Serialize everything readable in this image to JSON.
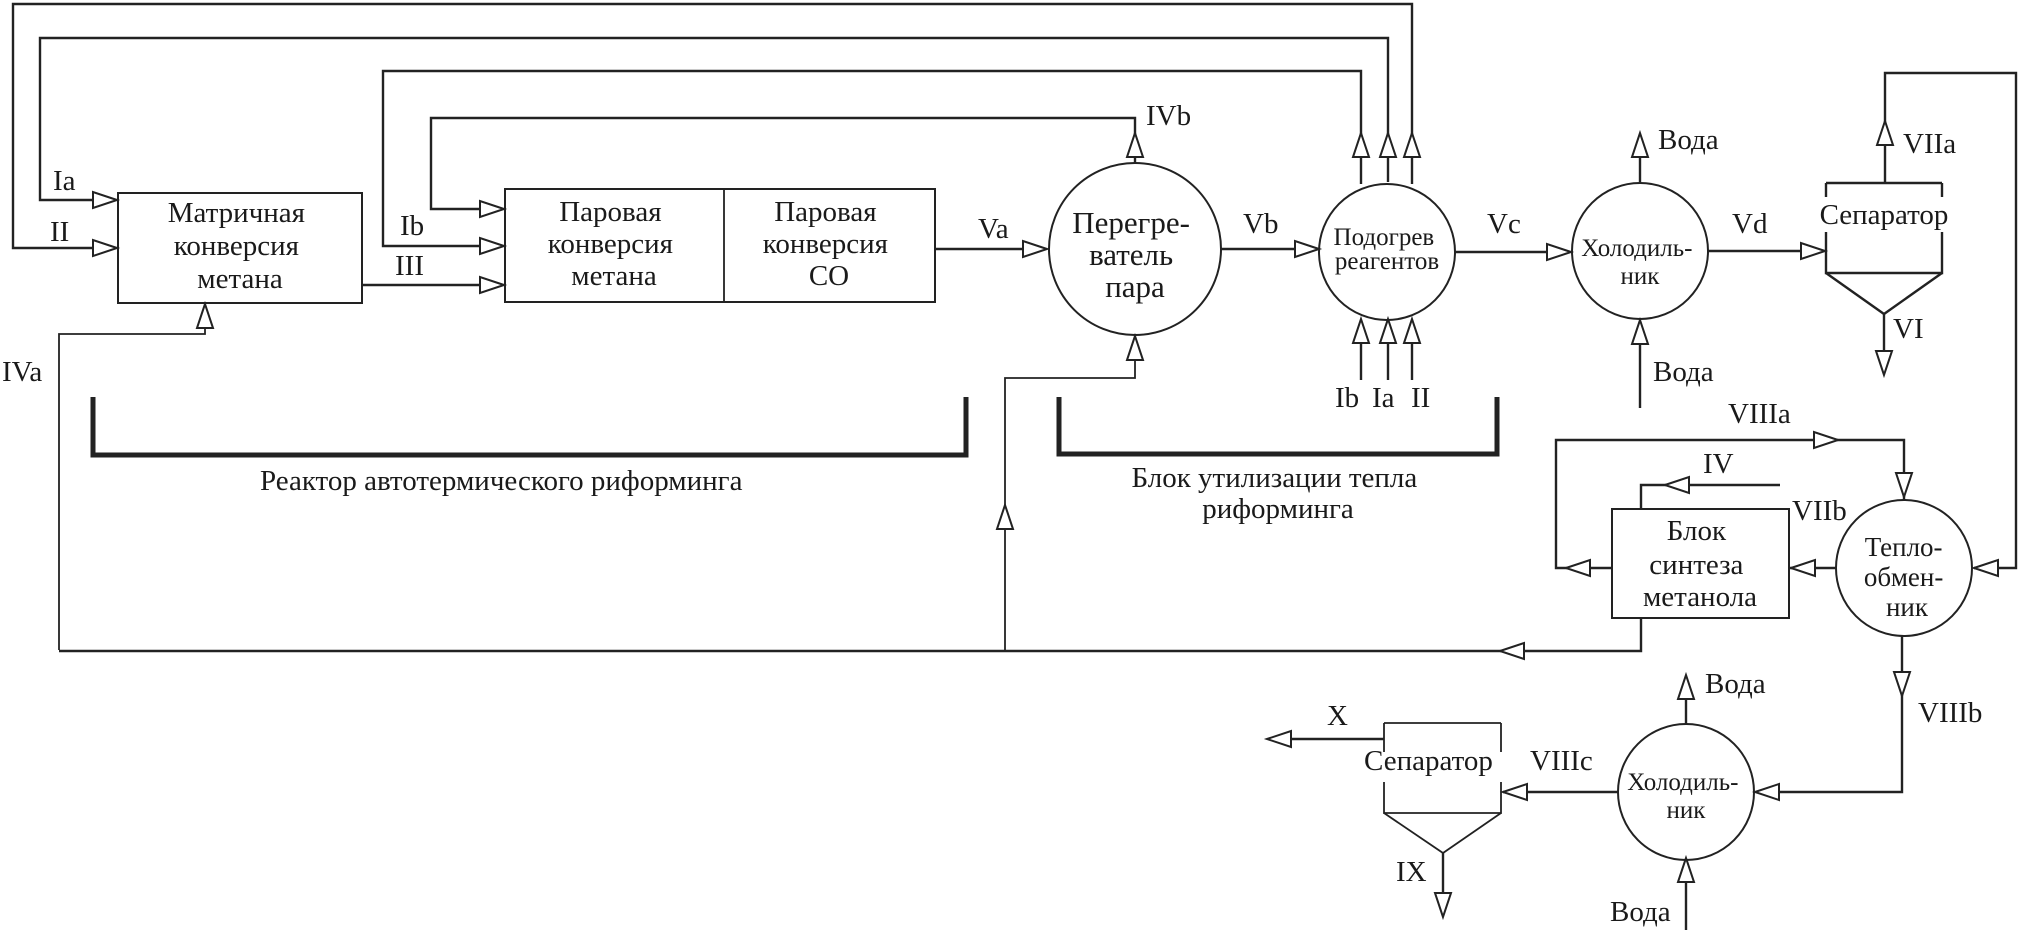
{
  "diagram": {
    "blocks": {
      "matrix_conversion": [
        "Матричная",
        "конверсия",
        "метана"
      ],
      "steam_conversion_methane": [
        "Паровая",
        "конверсия",
        "метана"
      ],
      "steam_conversion_co": [
        "Паровая",
        "конверсия",
        "CO"
      ],
      "steam_superheater": [
        "Перегре-",
        "ватель",
        "пара"
      ],
      "reagent_preheat": [
        "Подогрев",
        "реагентов"
      ],
      "cooler_1": [
        "Холодиль-",
        "ник"
      ],
      "separator_1": "Сепаратор",
      "methanol_synthesis": [
        "Блок",
        "синтеза",
        "метанола"
      ],
      "heat_exchanger": [
        "Тепло-",
        "обмен-",
        "ник"
      ],
      "cooler_2": [
        "Холодиль-",
        "ник"
      ],
      "separator_2": "Сепаратор"
    },
    "groups": {
      "reactor": "Реактор автотермического риформинга",
      "heat_recovery": [
        "Блок утилизации тепла",
        "риформинга"
      ]
    },
    "streams": {
      "Ia": "Ia",
      "II": "II",
      "Ib": "Ib",
      "III": "III",
      "IVa": "IVa",
      "IVb": "IVb",
      "Va": "Va",
      "Vb": "Vb",
      "Vc": "Vc",
      "Vd": "Vd",
      "bottom_inputs": [
        "Ib",
        "Ia",
        "II"
      ],
      "VI": "VI",
      "VIIa": "VIIa",
      "VIIb": "VIIb",
      "VIIIa": "VIIIa",
      "IV": "IV",
      "VIIIb": "VIIIb",
      "VIIIc": "VIIIc",
      "IX": "IX",
      "X": "X",
      "water": "Вода"
    }
  }
}
